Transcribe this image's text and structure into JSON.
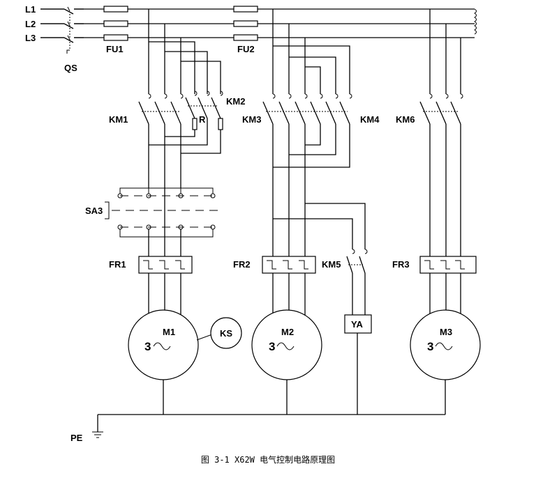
{
  "labels": {
    "L1": "L1",
    "L2": "L2",
    "L3": "L3",
    "QS": "QS",
    "FU1": "FU1",
    "FU2": "FU2",
    "KM1": "KM1",
    "KM2": "KM2",
    "KM3": "KM3",
    "KM4": "KM4",
    "KM5": "KM5",
    "KM6": "KM6",
    "R": "R",
    "SA3": "SA3",
    "FR1": "FR1",
    "FR2": "FR2",
    "FR3": "FR3",
    "M1": "M1",
    "M2": "M2",
    "M3": "M3",
    "KS": "KS",
    "YA": "YA",
    "PE": "PE",
    "phase": "3"
  },
  "caption": "图 3-1 X62W 电气控制电路原理图"
}
